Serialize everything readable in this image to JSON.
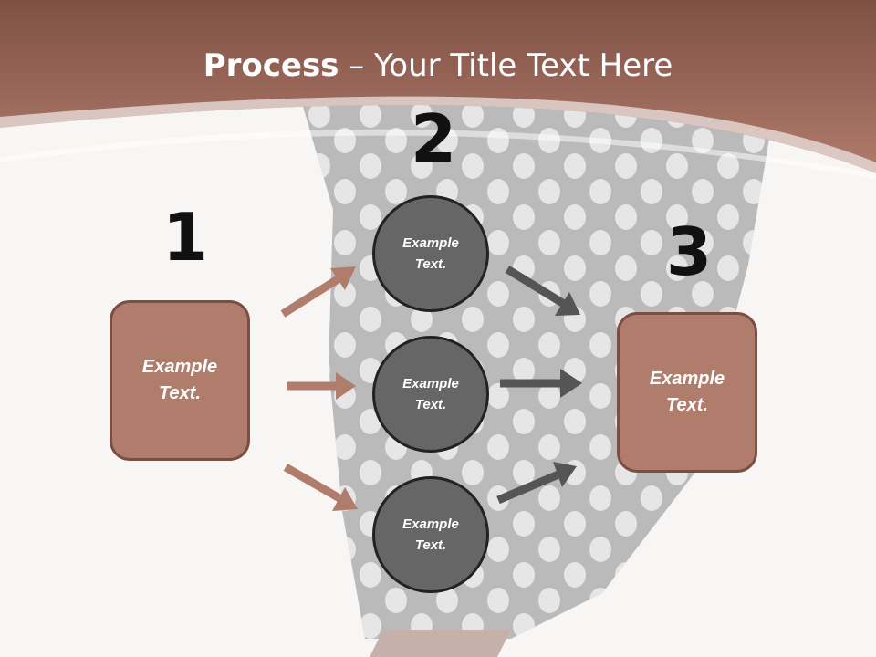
{
  "slide": {
    "title_bold": "Process",
    "title_rest": " – Your Title Text Here",
    "colors": {
      "header": "#9a6252",
      "box_fill": "#b07c6c",
      "box_border": "#7a4e42",
      "circle_fill": "#666666",
      "circle_border": "#222222",
      "arrow_left": "#b07c6c",
      "arrow_right": "#555555"
    }
  },
  "steps": {
    "step1": {
      "number": "1",
      "text": "Example Text."
    },
    "step2": {
      "number": "2",
      "circles": [
        {
          "text": "Example Text."
        },
        {
          "text": "Example Text."
        },
        {
          "text": "Example Text."
        }
      ]
    },
    "step3": {
      "number": "3",
      "text": "Example Text."
    }
  }
}
